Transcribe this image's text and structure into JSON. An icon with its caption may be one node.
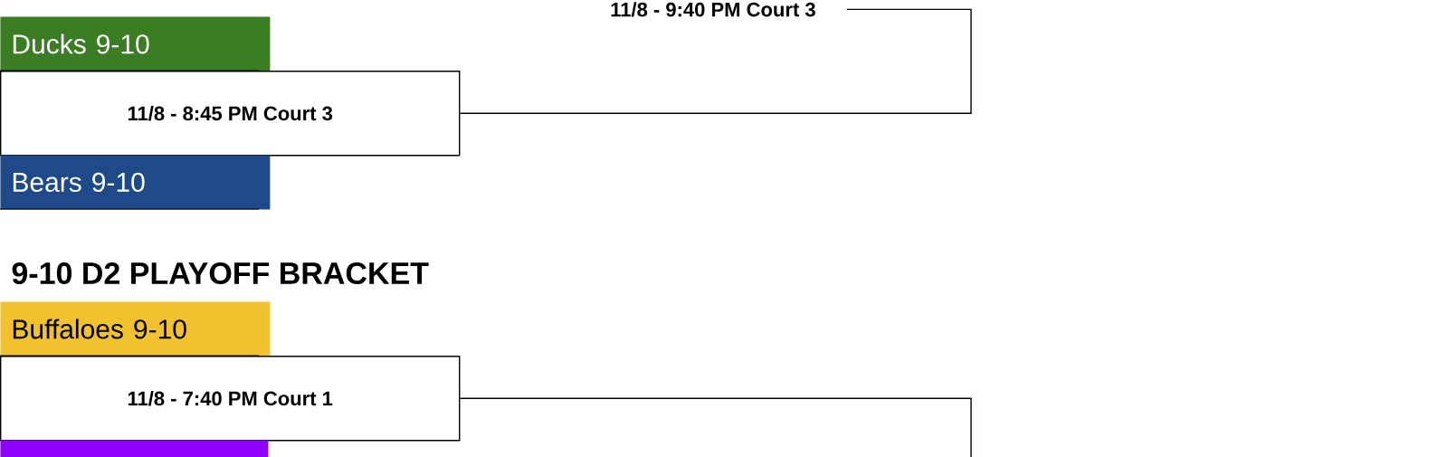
{
  "diagram": {
    "title": "9-10 D2 PLAYOFF BRACKET",
    "nodes": [
      {
        "text": [
          "11/8 - 9:40 PM Court 3"
        ]
      },
      {
        "text": [
          "Ducks 9-10"
        ]
      },
      {
        "text": [
          "11/8 - 8:45 PM Court 3"
        ]
      },
      {
        "text": [
          "Bears 9-10"
        ]
      },
      {
        "text": [
          "Buffaloes 9-10"
        ]
      },
      {
        "text": [
          "11/8 - 7:40 PM Court 1"
        ]
      },
      {
        "text": [],
        "shape": "box"
      }
    ],
    "edges": [
      {
        "from": 2,
        "to": 0,
        "arrow": "none"
      },
      {
        "from": 5,
        "to": null,
        "arrow": "none"
      }
    ]
  }
}
